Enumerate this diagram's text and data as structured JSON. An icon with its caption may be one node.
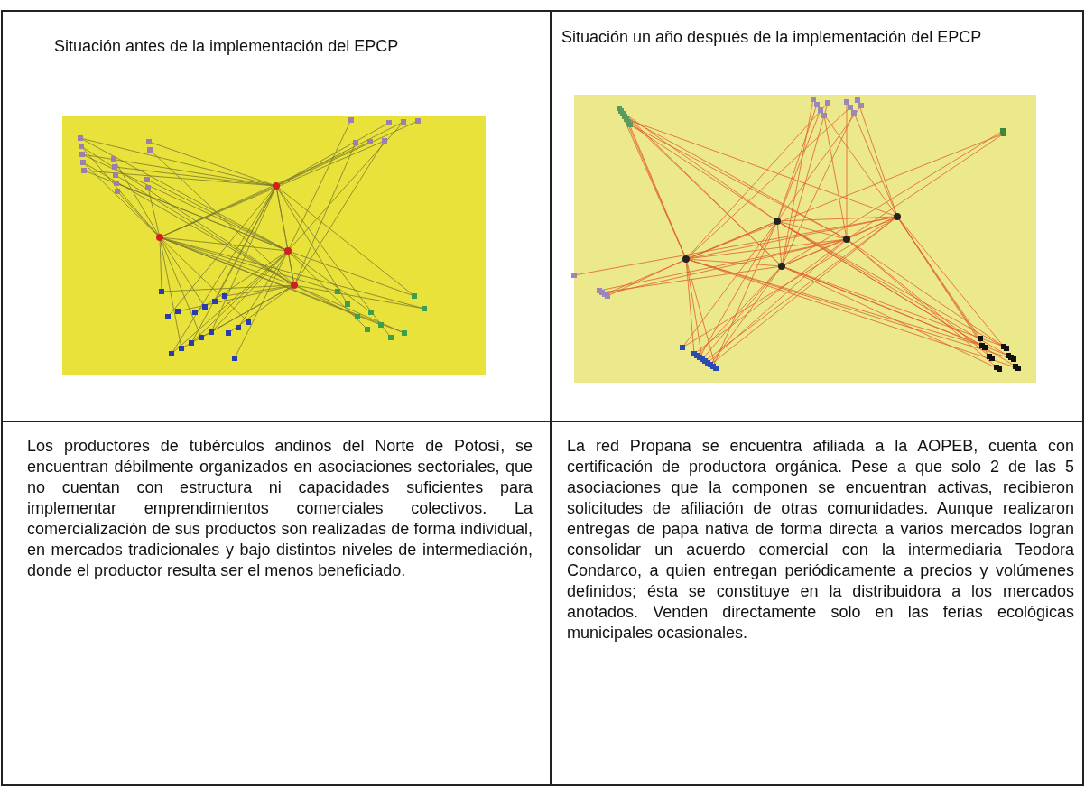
{
  "diagram": {
    "labels": [
      "Situación antes de la implementación del EPCP",
      "Situación un año después de la implementación del EPCP",
      "Los productores de tubérculos andinos del Norte de Potosí, se encuentran débilmente organizados en asociaciones sectoriales, que no cuentan con estructura ni capacidades suficientes para implementar emprendimientos comerciales colectivos. La comercialización de sus productos son realizadas de forma individual, en mercados tradicionales y bajo distintos niveles de intermediación, donde el productor resulta ser el menos beneficiado.",
      "La red Propana se encuentra afiliada a la AOPEB, cuenta con certificación de productora orgánica. Pese a que solo 2 de las 5 asociaciones que la componen se encuentran activas, recibieron solicitudes de afiliación de otras comunidades. Aunque realizaron entregas de papa nativa de forma directa a varios mercados logran consolidar un acuerdo comercial con la intermediaria Teodora Condarco, a quien entregan periódicamente a precios y volúmenes definidos; ésta se constituye en la distribuidora a los mercados anotados. Venden directamente solo en las ferias ecológicas municipales ocasionales."
    ]
  }
}
